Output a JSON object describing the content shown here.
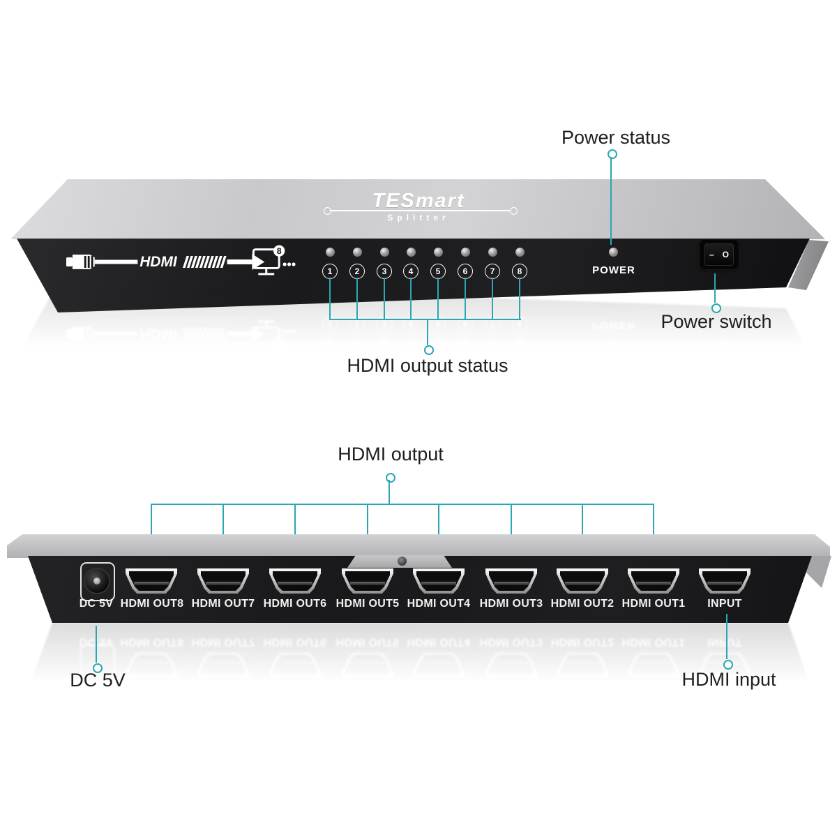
{
  "colors": {
    "callout": "#2aa7b2",
    "label_text": "#1e1e1e"
  },
  "front_view": {
    "logo": {
      "brand": "TESmart",
      "sub": "Splitter"
    },
    "graphic": {
      "hdmi_text": "HDMI",
      "badge": "8"
    },
    "led_numbers": [
      "1",
      "2",
      "3",
      "4",
      "5",
      "6",
      "7",
      "8"
    ],
    "power_label": "POWER",
    "switch_marks": {
      "dash": "–",
      "circle": "O"
    },
    "callouts": {
      "power_status": "Power status",
      "power_switch": "Power switch",
      "output_status": "HDMI output status"
    }
  },
  "back_view": {
    "ports": [
      {
        "type": "dc",
        "label": "DC 5V"
      },
      {
        "type": "hdmi",
        "label": "HDMI OUT8"
      },
      {
        "type": "hdmi",
        "label": "HDMI OUT7"
      },
      {
        "type": "hdmi",
        "label": "HDMI OUT6"
      },
      {
        "type": "hdmi",
        "label": "HDMI OUT5"
      },
      {
        "type": "hdmi",
        "label": "HDMI OUT4"
      },
      {
        "type": "hdmi",
        "label": "HDMI OUT3"
      },
      {
        "type": "hdmi",
        "label": "HDMI OUT2"
      },
      {
        "type": "hdmi",
        "label": "HDMI OUT1"
      },
      {
        "type": "hdmi",
        "label": "INPUT"
      }
    ],
    "callouts": {
      "hdmi_output": "HDMI output",
      "dc_power": "DC 5V",
      "hdmi_input": "HDMI input"
    }
  }
}
